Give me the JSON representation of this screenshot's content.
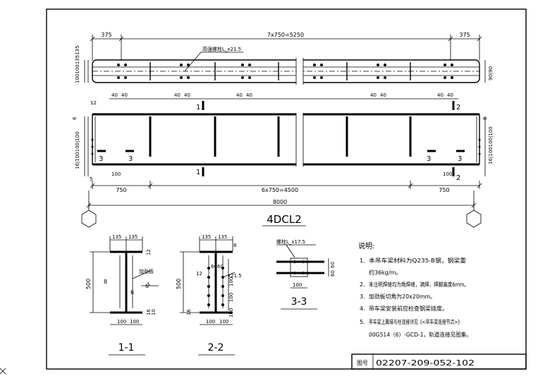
{
  "drawing": {
    "top_dims": {
      "left": "375",
      "middle": "7x750=5250",
      "right": "375"
    },
    "bolt_label": "高强螺栓L_x21.5",
    "left_vertical_dims": "100100135135",
    "right_vertical_dim": "90|90",
    "flange_spacing_labels": [
      "40",
      "40"
    ],
    "small_dims": {
      "twelve": "12",
      "six": "6",
      "five": "5",
      "hundred": "100",
      "left_web_dims": "16|100100|100"
    },
    "section_marks": {
      "one": "1",
      "two": "2",
      "three": "3"
    },
    "bottom_dims": {
      "left": "750",
      "middle": "6x750=4500",
      "right": "750",
      "total": "8000"
    },
    "beam_title": "4DCL2",
    "section_1": {
      "title": "1-1",
      "dims": [
        "135",
        "135",
        "12",
        "500",
        "8",
        "6",
        "6",
        "100",
        "100",
        "16",
        "10"
      ],
      "note": "加劲板"
    },
    "section_2": {
      "title": "2-2",
      "dims": [
        "135",
        "135",
        "8",
        "12",
        "60",
        "60",
        "x21.5",
        "500",
        "100",
        "100",
        "100",
        "100",
        "100",
        "16"
      ]
    },
    "section_3": {
      "title": "3-3",
      "label": "螺栓L_x17.5",
      "dims": [
        "60",
        "60",
        "100"
      ]
    },
    "notes": {
      "heading": "说明:",
      "items": [
        {
          "num": "1.",
          "text": "本吊车梁材料为Q235-B钢，钢梁重"
        },
        {
          "num": "",
          "text": "约36kg/m。"
        },
        {
          "num": "2.",
          "text": "未注明焊缝均为角焊缝，满焊，焊脚高度6mm。"
        },
        {
          "num": "3.",
          "text": "加劲板切角为20x20mm。"
        },
        {
          "num": "4.",
          "text": "吊车梁安装前应检查钢梁挠度。"
        },
        {
          "num": "5.",
          "text": "吊车梁上翼缘与柱连接详见《<吊车梁连接节点>》"
        },
        {
          "num": "",
          "text": "00G514（6）-GCD-1，轨道连接见图集。"
        }
      ]
    },
    "title_block": {
      "label": "图号",
      "number": "02207-209-052-102"
    }
  }
}
